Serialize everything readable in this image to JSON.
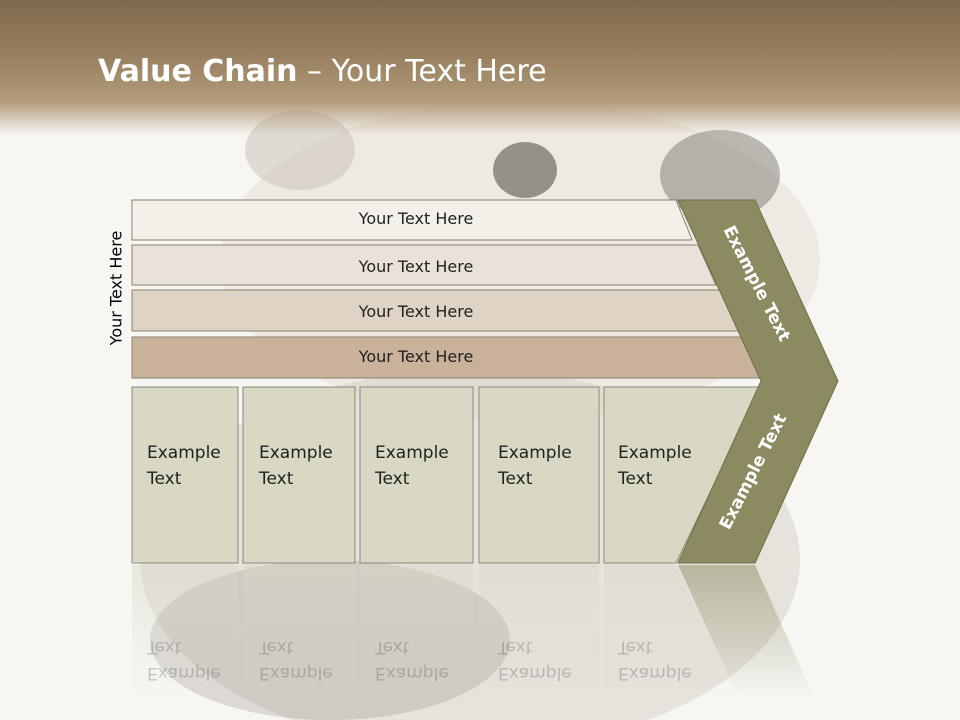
{
  "title": {
    "bold": "Value Chain",
    "rest": " – Your Text Here"
  },
  "side_label": "Your Text Here",
  "rows": [
    "Your Text Here",
    "Your Text Here",
    "Your Text Here",
    "Your Text Here"
  ],
  "boxes": [
    "Example\nText",
    "Example\nText",
    "Example\nText",
    "Example\nText",
    "Example\nText"
  ],
  "arrow": {
    "upper": "Example Text",
    "lower": "Example Text"
  },
  "colors": {
    "row1": "#f3f0ea",
    "row2": "#eae2d8",
    "row3": "#ded3c4",
    "row4": "#c9b29a",
    "box": "#d8d8c5",
    "arrow": "#8b8a60",
    "header": "#8f7757"
  }
}
